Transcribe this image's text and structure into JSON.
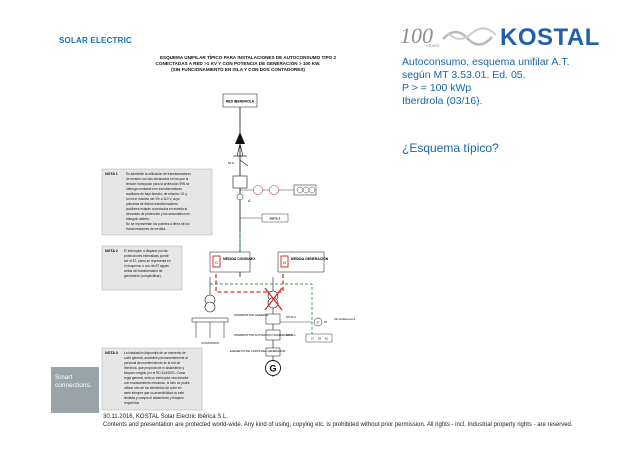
{
  "brand": {
    "name": "SOLAR ELECTRIC"
  },
  "logo": {
    "anniversary": "100",
    "years_label": "YEARS",
    "company": "KOSTAL"
  },
  "slide": {
    "description_lines": [
      "Autoconsumo, esquema unifilar  A.T.",
      "según MT 3.53.01. Ed. 05.",
      "P > = 100 kWp",
      "Iberdrola (03/16)."
    ],
    "question": "¿Esquema típico?"
  },
  "diagram": {
    "title_lines": [
      "ESQUEMA UNIFILAR TÍPICO PARA INSTALACIONES DE AUTOCONSUMO TIPO 2",
      "CONECTADAS A RED >1 KV Y CON POTENCIA DE GENERACIÓN > 100 KW.",
      "(SIN FUNCIONAMIENTO EN ISLA Y CON DOS CONTADORES)"
    ],
    "grid_label": "RED IBERDROLA",
    "note1": {
      "label": "NOTA 1",
      "lines": [
        "Es admisible la utilización de transformadores",
        "de tensión con dos devanados en los que la",
        "tensión homopolar para la protección 59N se",
        "obtenga mediante tres transformadores",
        "auxiliares de baja tensión, de relación 1/1 y",
        "un error máximo del 1% a 110 V, cuyo",
        "primarios de dichos transformadores",
        "auxiliares estarán conectados en estrella al",
        "devanado de protección y los secundarios en",
        "triángulo abierto.",
        "No se representan los puentes a tierra de los",
        "transformadores de medida."
      ]
    },
    "note2": {
      "label": "NOTA 2",
      "lines": [
        "El interruptor a disparar por las",
        "protecciones estimativas puede",
        "ser el 87, como se representa en",
        "el esquema, o uno de AT aguas",
        "arriba del transformador de",
        "generación (a especificar)."
      ]
    },
    "note3": {
      "label": "NOTA 3",
      "lines": [
        "La instalación dispondrá de un elemento de",
        "corte general, accesible permanentemente al",
        "personal de mantenimiento de la red de",
        "Iberdrola, que proporcione el aislamiento y",
        "bloqueo exigido por el RD 614/2001. Como",
        "regla general, será un interruptor seccionador",
        "con enclavamiento mecánico, si bien se podrá",
        "utilizar otro de los elementos de corte en",
        "serie siempre que su accesibilidad no esté",
        "limitada y cumpla el aislamiento y bloqueo",
        "requeridos"
      ]
    },
    "note_small": "NOTA 2",
    "meter_consumo": {
      "code": "C",
      "label": "MEDIDA CONSUMO"
    },
    "meter_generacion": {
      "code": "G",
      "label": "MEDIDA GENERACIÓN"
    },
    "labels": {
      "interruptor_general": "INTERRUPTOR GENERAL",
      "consumos": "CONSUMOS",
      "elemento_corte": "ELEMENTO DE CORTE DEL GENERADOR",
      "interruptor_dif": "INTERRUPTOR AUTOMÁTICO DIFERENCIAL",
      "generator": "G",
      "relay_label": "Otro del Elemento 3",
      "relay_codes": [
        "27",
        "59"
      ],
      "prot_codes": [
        "27",
        "59",
        "81"
      ],
      "nota3_tag": "NOTA 3",
      "nota1_tag": "NOTA 1",
      "current": "A",
      "switch_tag": "52 N"
    }
  },
  "sidebar": {
    "lines": [
      "Smart",
      "connections."
    ]
  },
  "footer": {
    "line1": "30.11.2016, KOSTAL Solar Electric Ibérica S.L.",
    "line2": "Contents and presentation are protected world-wide. Any kind of using, copying etc. is prohibited without prior permission. All rights - incl. Industrial property rights - are reserved."
  },
  "colors": {
    "brand_blue": "#1a64ad",
    "kostal_blue": "#1f5fae",
    "meter_red": "#d9302a",
    "dash_green": "#2f9e45",
    "sidebar_gray": "#9aa3a8"
  }
}
